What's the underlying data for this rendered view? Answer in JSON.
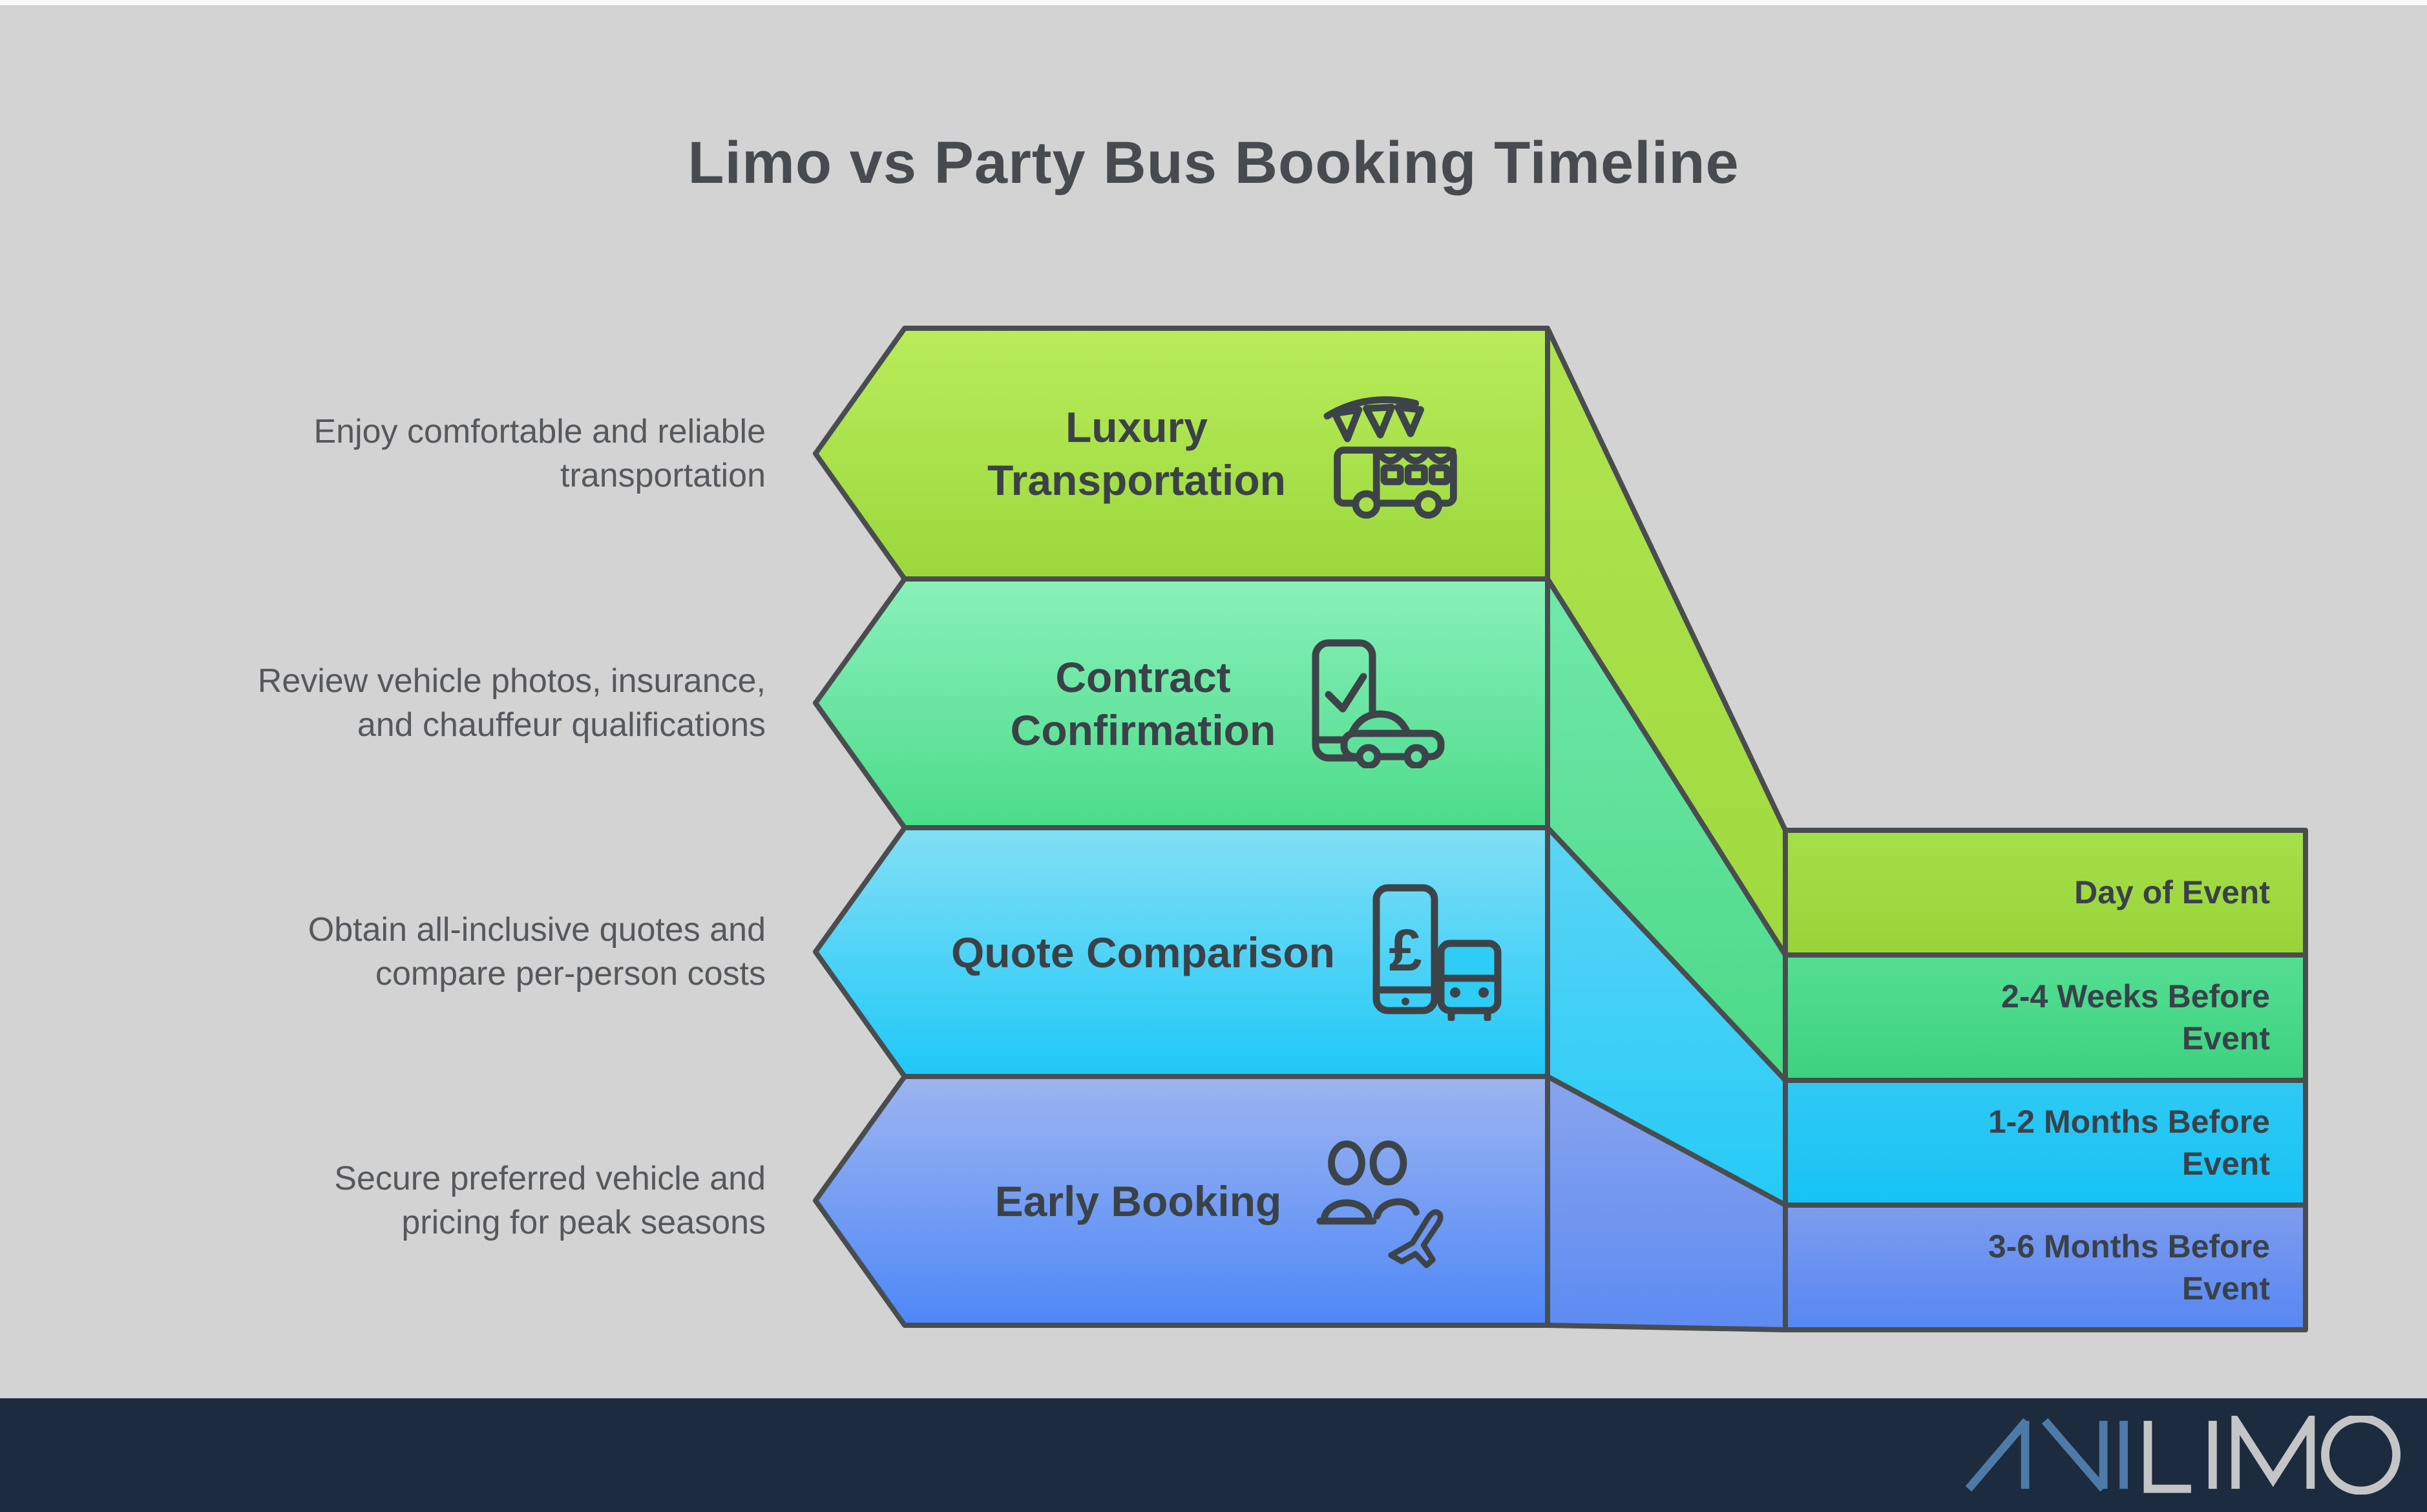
{
  "page": {
    "title": "Limo vs Party Bus Booking Timeline",
    "colors": {
      "background": "#d3d3d3",
      "canvas-strip": "#fafafa",
      "outline": "#494d4f",
      "title-color": "#474b4f",
      "desc-color": "#55585c",
      "arrow-label-color": "#3b4247",
      "box-label-color": "#39424a",
      "icon-stroke": "#3d4449",
      "footer-bg": "#1c2b3e",
      "logo-blue": "#4e7aa7",
      "logo-gray": "#c3c5c7"
    }
  },
  "steps": [
    {
      "name": "luxury-transportation",
      "label_lines": [
        "Luxury",
        "Transportation"
      ],
      "description_lines": [
        "Enjoy comfortable and reliable",
        "transportation"
      ],
      "timeframe_lines": [
        "Day of Event"
      ],
      "icon": "party-bus-icon",
      "colors": {
        "arrow_top": "#b9ec5b",
        "arrow_bottom": "#9bd83c",
        "band_top": "#b0e44f",
        "band_bottom": "#9fd93f",
        "box_top": "#a6e04a",
        "box_bottom": "#98d338",
        "icon_fill": "#a9e04a"
      }
    },
    {
      "name": "contract-confirmation",
      "label_lines": [
        "Contract",
        "Confirmation"
      ],
      "description_lines": [
        "Review vehicle photos, insurance,",
        "and chauffeur qualifications"
      ],
      "timeframe_lines": [
        "2-4 Weeks Before",
        "Event"
      ],
      "icon": "phone-check-car-icon",
      "colors": {
        "arrow_top": "#8af0bb",
        "arrow_bottom": "#4cdc8a",
        "band_top": "#72e8aa",
        "band_bottom": "#4ad987",
        "box_top": "#55de93",
        "box_bottom": "#3cd27f",
        "icon_fill": "#5fe19e"
      }
    },
    {
      "name": "quote-comparison",
      "label_lines": [
        "Quote Comparison"
      ],
      "description_lines": [
        "Obtain all-inclusive quotes and",
        "compare per-person costs"
      ],
      "timeframe_lines": [
        "1-2 Months Before",
        "Event"
      ],
      "icon": "phone-pound-bus-icon",
      "colors": {
        "arrow_top": "#82dff5",
        "arrow_bottom": "#1fc8f7",
        "band_top": "#5cd5f5",
        "band_bottom": "#25caf6",
        "box_top": "#30c9f3",
        "box_bottom": "#16c3f6",
        "icon_fill": "#2fcdf5"
      }
    },
    {
      "name": "early-booking",
      "label_lines": [
        "Early Booking"
      ],
      "description_lines": [
        "Secure preferred vehicle and",
        "pricing for peak seasons"
      ],
      "timeframe_lines": [
        "3-6 Months Before",
        "Event"
      ],
      "icon": "people-plane-icon",
      "colors": {
        "arrow_top": "#9db4f0",
        "arrow_bottom": "#4e88f7",
        "band_top": "#88a4ee",
        "band_bottom": "#5d8bf2",
        "box_top": "#7e9cee",
        "box_bottom": "#5787f2",
        "icon_fill": "#6f97f3"
      }
    }
  ],
  "footer": {
    "logo_text": "AVILIMO",
    "logo_text_blue": "AVI",
    "logo_text_gray": "LIMO"
  }
}
